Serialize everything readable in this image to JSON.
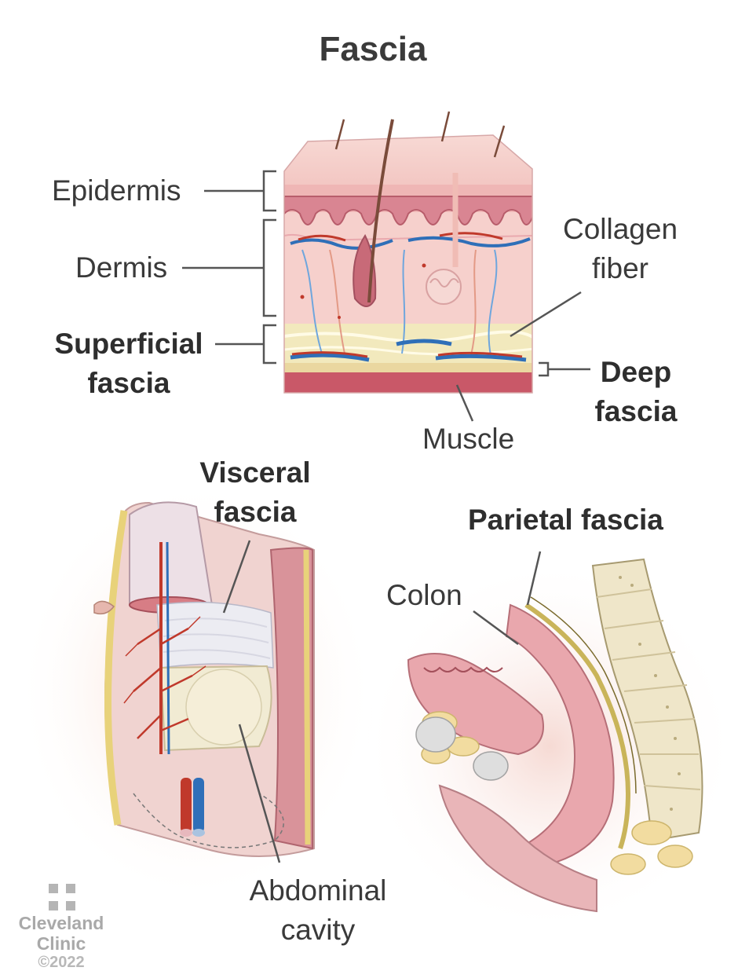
{
  "title": "Fascia",
  "labels": {
    "epidermis": "Epidermis",
    "dermis": "Dermis",
    "superficial_fascia_line1": "Superficial",
    "superficial_fascia_line2": "fascia",
    "collagen_fiber_line1": "Collagen",
    "collagen_fiber_line2": "fiber",
    "deep_fascia_line1": "Deep",
    "deep_fascia_line2": "fascia",
    "muscle": "Muscle",
    "visceral_fascia_line1": "Visceral",
    "visceral_fascia_line2": "fascia",
    "parietal_fascia": "Parietal fascia",
    "colon": "Colon",
    "abdominal_cavity_line1": "Abdominal",
    "abdominal_cavity_line2": "cavity"
  },
  "logo": {
    "line1": "Cleveland",
    "line2": "Clinic",
    "copyright": "©2022"
  },
  "colors": {
    "skin_surface": "#f6d3cf",
    "epidermis": "#f1bfbd",
    "dermis": "#f4c9c6",
    "papillae": "#c9707a",
    "superficial_fascia": "#f1e9b8",
    "muscle": "#c95868",
    "vein": "#2f6fb8",
    "artery": "#c0392b",
    "fascia_yellow": "#e8d27a"
  }
}
